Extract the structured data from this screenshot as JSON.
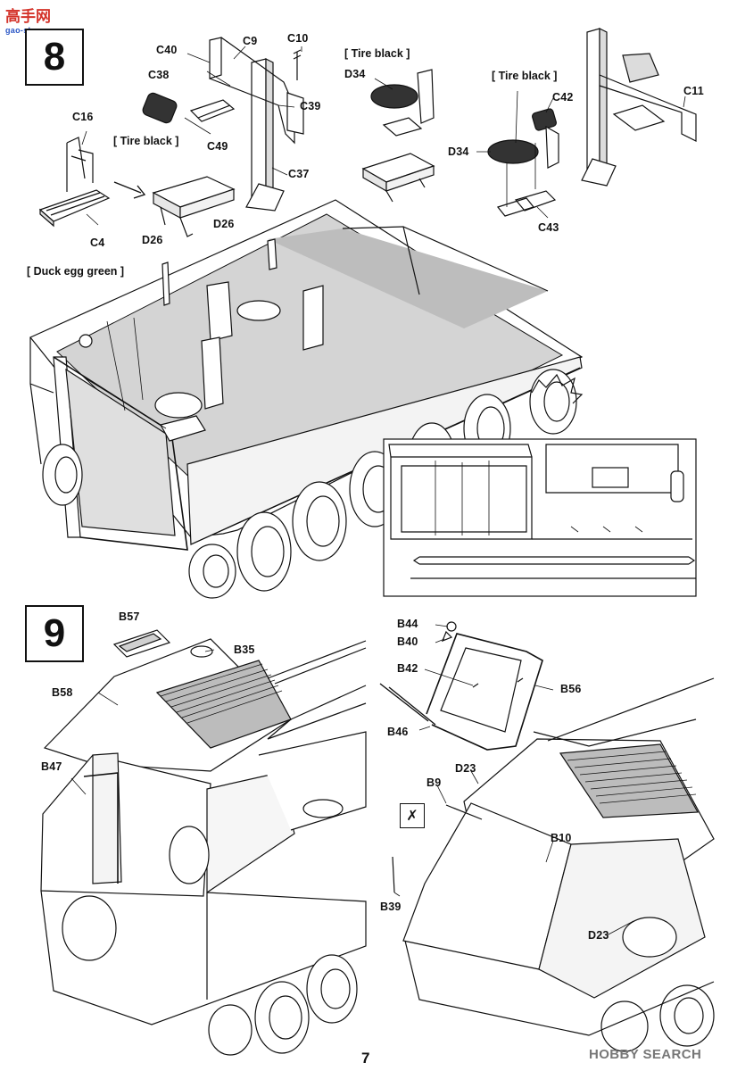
{
  "watermark_top_left": {
    "text": "高手网",
    "sub": "gao-shou.com"
  },
  "watermark_bottom_right": "HOBBY SEARCH",
  "page_number": "7",
  "steps": {
    "step8": {
      "number": "8",
      "labels": {
        "C40": "C40",
        "C9": "C9",
        "C10": "C10",
        "C38": "C38",
        "C39": "C39",
        "C49": "C49",
        "C16": "C16",
        "C37": "C37",
        "C4": "C4",
        "D26a": "D26",
        "D26b": "D26",
        "D34a": "D34",
        "D34b": "D34",
        "C42": "C42",
        "C11": "C11",
        "C43": "C43"
      },
      "notes": {
        "tire_black_1": "[ Tire black ]",
        "tire_black_2": "[ Tire black ]",
        "tire_black_3": "[ Tire black ]",
        "duck_egg_green": "[ Duck egg green ]"
      }
    },
    "step9": {
      "number": "9",
      "labels": {
        "B57": "B57",
        "B35": "B35",
        "B58": "B58",
        "B47": "B47",
        "B44": "B44",
        "B40": "B40",
        "B42": "B42",
        "B56": "B56",
        "B46": "B46",
        "D23a": "D23",
        "B9": "B9",
        "B10": "B10",
        "B39": "B39",
        "D23b": "D23"
      },
      "icon": "no-cement-icon"
    }
  },
  "colors": {
    "line": "#111111",
    "panel_grey": "#c9c9c9",
    "tire": "#333333",
    "watermark_red": "#d4332a"
  }
}
